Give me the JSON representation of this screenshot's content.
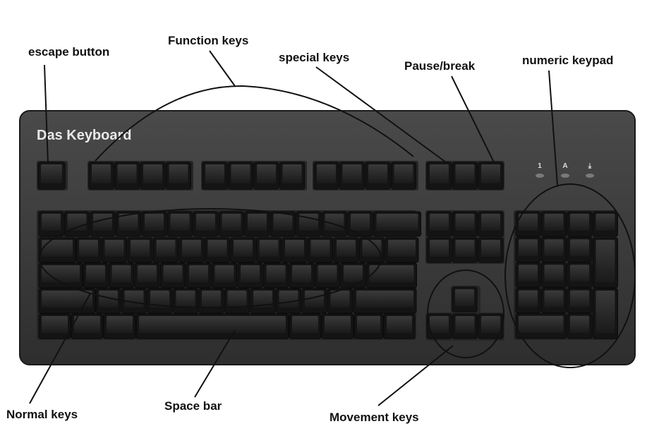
{
  "brand": "Das Keyboard",
  "indicators": [
    "1",
    "A",
    "⤓"
  ],
  "labels": {
    "escape": "escape button",
    "function": "Function keys",
    "special": "special keys",
    "pause": "Pause/break",
    "numeric": "numeric keypad",
    "normal": "Normal keys",
    "space": "Space bar",
    "movement": "Movement keys"
  },
  "colors": {
    "case": "#3a3a3a",
    "key": "#1e1e1e",
    "key_top": "#2c2c2c",
    "ink": "#111111"
  }
}
